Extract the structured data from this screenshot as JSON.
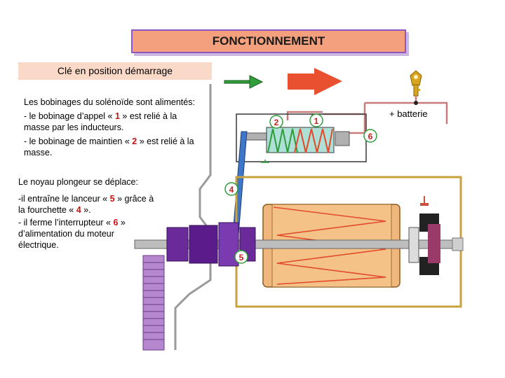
{
  "title": "FONCTIONNEMENT",
  "subtitle": "Clé en position démarrage",
  "p1": "Les bobinages du solénoïde sont alimentés:",
  "p2": {
    "a": "- le bobinage d’appel « ",
    "num": "1",
    "b": " » est relié à la masse par les inducteurs."
  },
  "p3": {
    "a": "- le bobinage de maintien « ",
    "num": "2",
    "b": " » est relié à la masse."
  },
  "p4": "Le noyau plongeur se déplace:",
  "p5": {
    "a": "-il entraîne le lanceur « ",
    "num1": "5",
    "b": " » grâce à la fourchette « ",
    "num2": "4",
    "c": " »."
  },
  "p6": {
    "a": "- il ferme l’interrupteur « ",
    "num": "6",
    "b": " » d’alimentation du moteur électrique."
  },
  "labels": {
    "battery": "+ batterie",
    "n1": "1",
    "n2": "2",
    "n4": "4",
    "n5": "5",
    "n6": "6"
  },
  "colors": {
    "title_bg": "#f4a07d",
    "title_border": "#8f56c4",
    "subtitle_bg": "#fbd9c8",
    "number": "#c81e1e",
    "wire": "#c97a7a",
    "motor_frame": "#c8a23c",
    "arrow_green": "#2e9e3a",
    "arrow_red": "#e85030",
    "key": "#d9a520"
  },
  "icons": [
    "green-arrow-icon",
    "red-arrow-icon",
    "key-icon"
  ]
}
